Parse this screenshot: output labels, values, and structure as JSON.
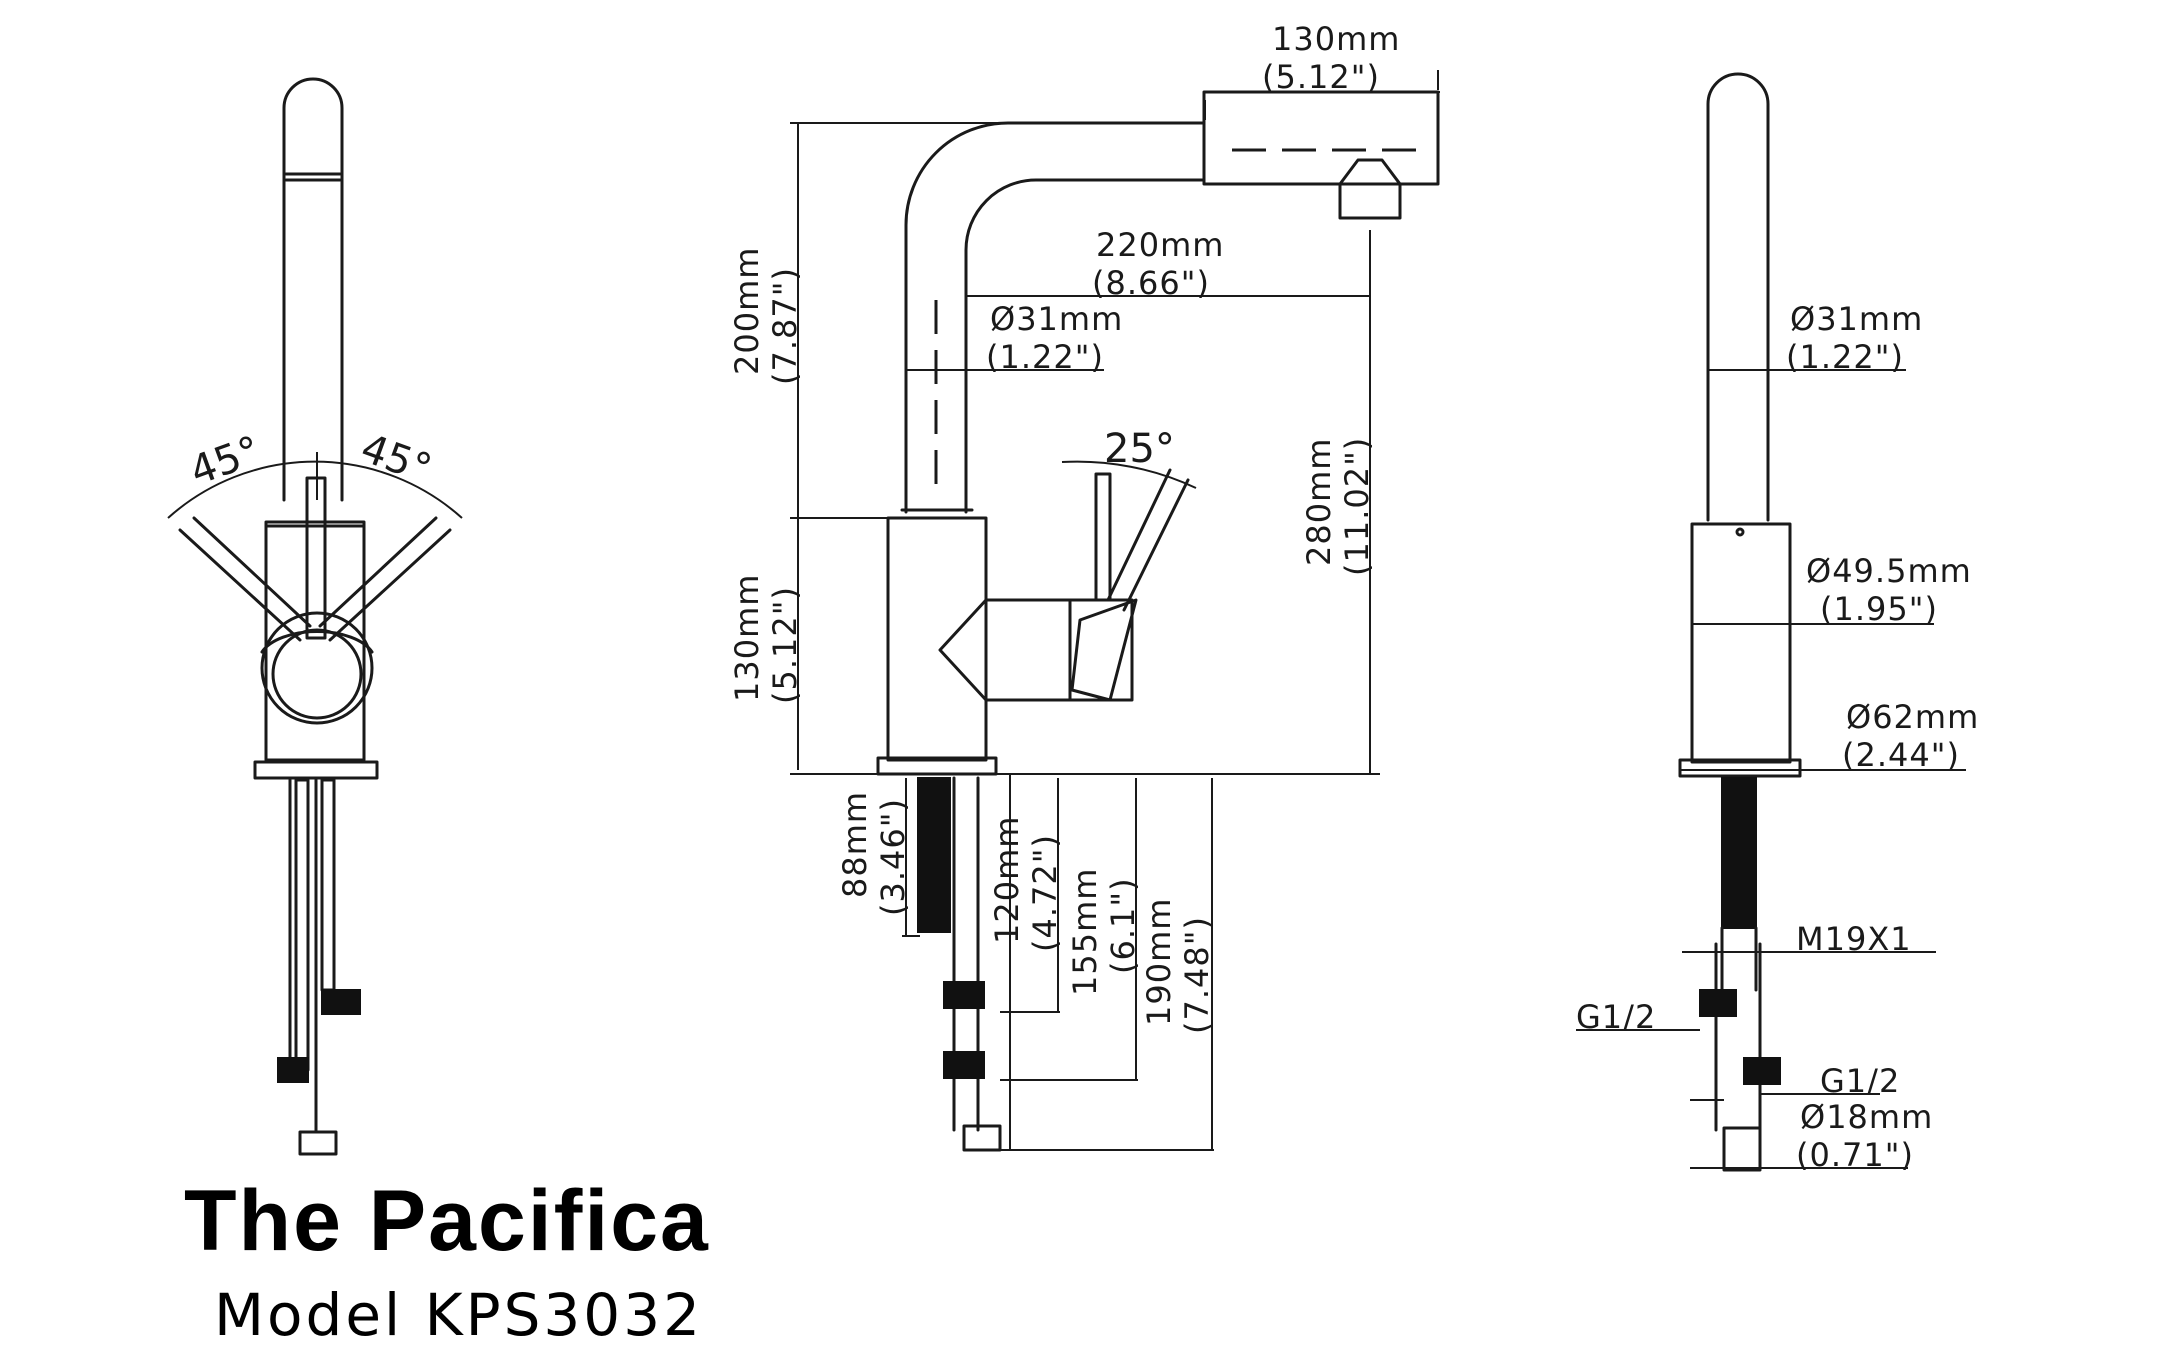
{
  "title": "The Pacifica",
  "model": "Model KPS3032",
  "views": {
    "front": {
      "handle_angle_left": "45°",
      "handle_angle_right": "45°"
    },
    "side": {
      "lever_angle": "25°",
      "spout_reach_mm": "130mm",
      "spout_reach_in": "(5.12\")",
      "reach_mm": "220mm",
      "reach_in": "(8.66\")",
      "spout_dia_mm": "Ø31mm",
      "spout_dia_in": "(1.22\")",
      "spout_height_mm": "200mm",
      "spout_height_in": "(7.87\")",
      "body_height_mm": "130mm",
      "body_height_in": "(5.12\")",
      "total_height_mm": "280mm",
      "total_height_in": "(11.02\")",
      "shank_88_mm": "88mm",
      "shank_88_in": "(3.46\")",
      "hose_120_mm": "120mm",
      "hose_120_in": "(4.72\")",
      "hose_155_mm": "155mm",
      "hose_155_in": "(6.1\")",
      "hose_190_mm": "190mm",
      "hose_190_in": "(7.48\")"
    },
    "end": {
      "spout_dia_mm": "Ø31mm",
      "spout_dia_in": "(1.22\")",
      "body_dia_mm": "Ø49.5mm",
      "body_dia_in": "(1.95\")",
      "base_dia_mm": "Ø62mm",
      "base_dia_in": "(2.44\")",
      "thread": "M19X1",
      "inlet_left": "G1/2",
      "inlet_right": "G1/2",
      "hose_dia_mm": "Ø18mm",
      "hose_dia_in": "(0.71\")"
    }
  }
}
